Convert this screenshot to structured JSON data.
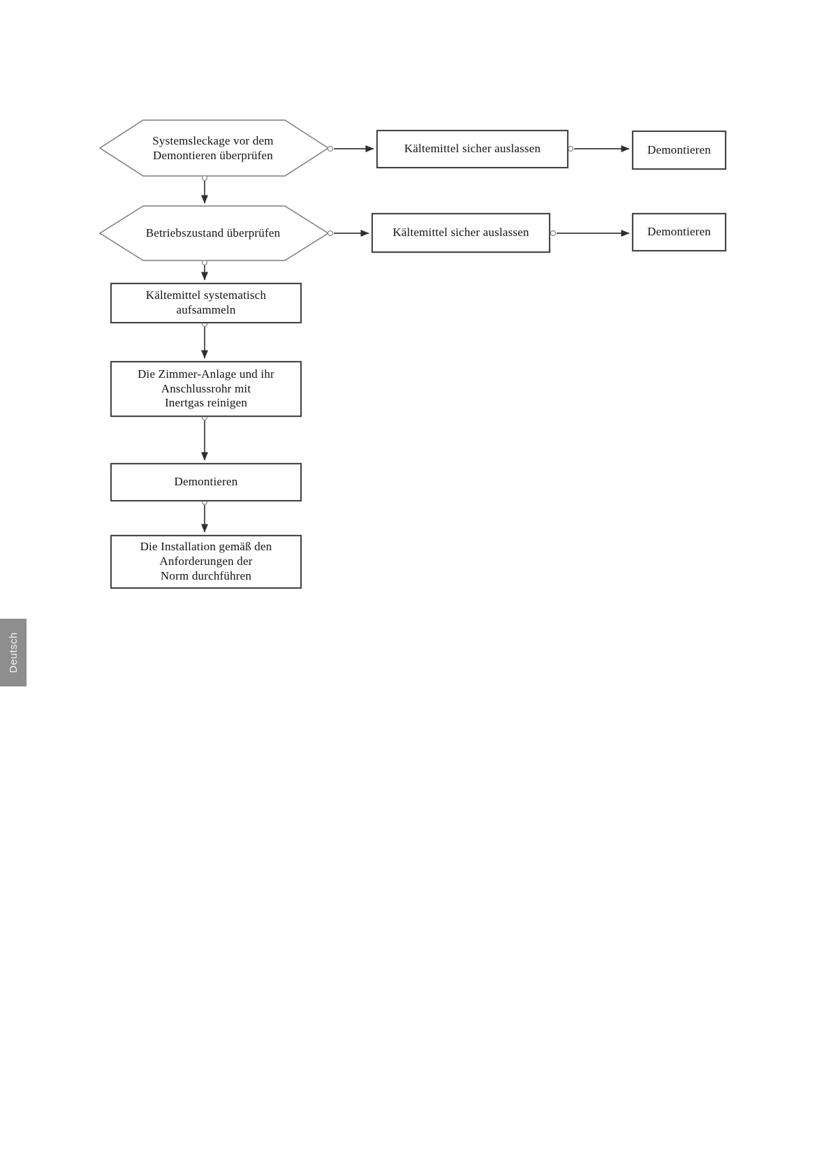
{
  "language_tab": {
    "label": "Deutsch",
    "bg_color": "#8d8d8d",
    "text_color": "#f2f2f2"
  },
  "flowchart": {
    "line_color": "#3a3a3a",
    "hexagon_stroke_color": "#7d7d7d",
    "box_border_color": "#454545",
    "nodes": [
      {
        "id": "check-leakage",
        "type": "hexagon",
        "label": "Systemsleckage vor dem\nDemontieren überprüfen"
      },
      {
        "id": "release-refrigerant-1",
        "type": "rect",
        "label": "Kältemittel sicher auslassen"
      },
      {
        "id": "dismantle-1",
        "type": "rect",
        "label": "Demontieren"
      },
      {
        "id": "check-operating-state",
        "type": "hexagon",
        "label": "Betriebszustand überprüfen"
      },
      {
        "id": "release-refrigerant-2",
        "type": "rect",
        "label": "Kältemittel sicher auslassen"
      },
      {
        "id": "dismantle-2",
        "type": "rect",
        "label": "Demontieren"
      },
      {
        "id": "collect-refrigerant",
        "type": "rect",
        "label": "Kältemittel systematisch\naufsammeln"
      },
      {
        "id": "purge-inert-gas",
        "type": "rect",
        "label": "Die Zimmer-Anlage und ihr\nAnschlussrohr  mit\nInertgas reinigen"
      },
      {
        "id": "dismantle-3",
        "type": "rect",
        "label": "Demontieren"
      },
      {
        "id": "install-per-norm",
        "type": "rect",
        "label": "Die Installation gemäß den\nAnforderungen der\nNorm durchführen"
      }
    ],
    "edges": [
      {
        "from": "check-leakage",
        "to": "release-refrigerant-1"
      },
      {
        "from": "release-refrigerant-1",
        "to": "dismantle-1"
      },
      {
        "from": "check-leakage",
        "to": "check-operating-state"
      },
      {
        "from": "check-operating-state",
        "to": "release-refrigerant-2"
      },
      {
        "from": "release-refrigerant-2",
        "to": "dismantle-2"
      },
      {
        "from": "check-operating-state",
        "to": "collect-refrigerant"
      },
      {
        "from": "collect-refrigerant",
        "to": "purge-inert-gas"
      },
      {
        "from": "purge-inert-gas",
        "to": "dismantle-3"
      },
      {
        "from": "dismantle-3",
        "to": "install-per-norm"
      }
    ]
  }
}
